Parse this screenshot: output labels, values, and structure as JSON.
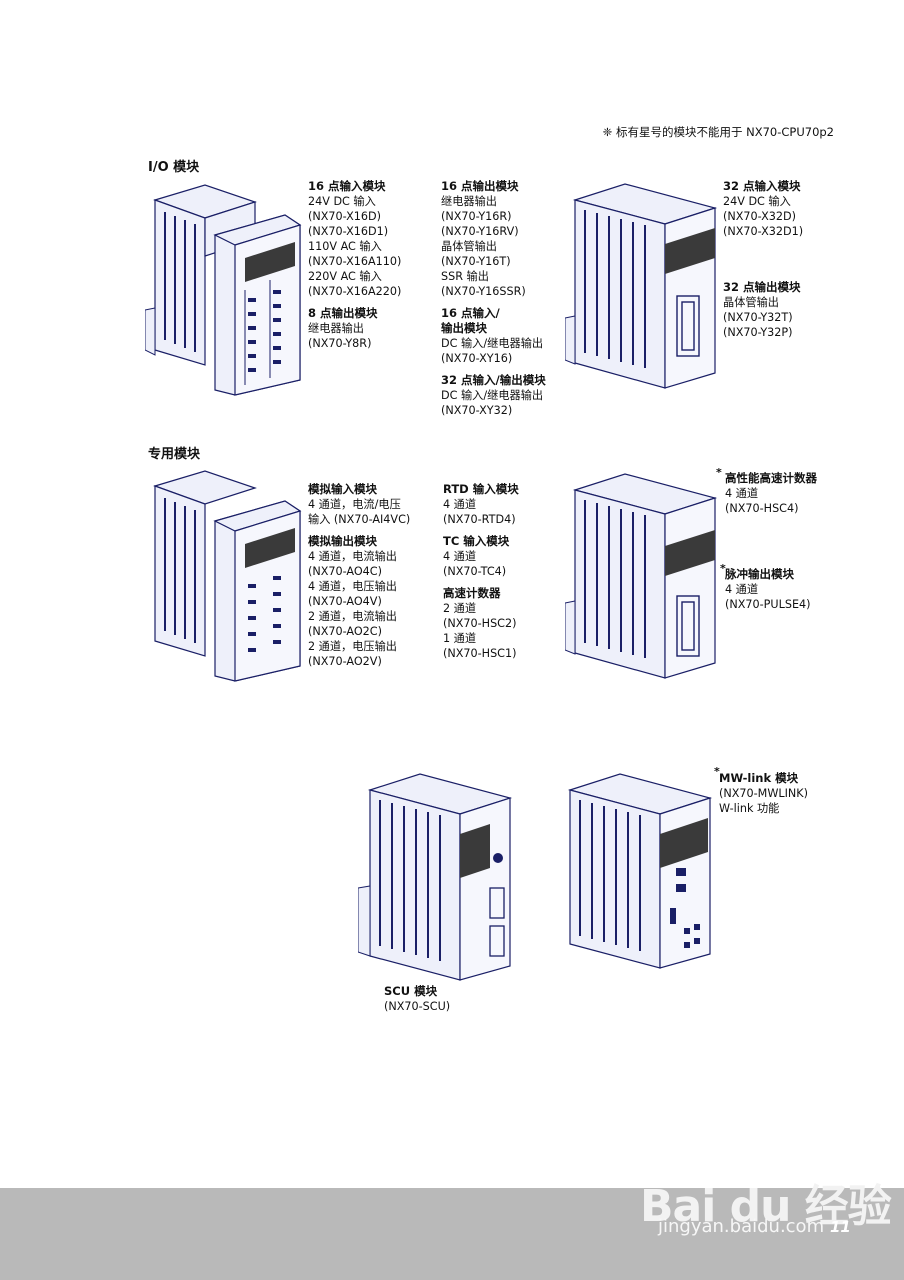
{
  "note": "❈ 标有星号的模块不能用于 NX70-CPU70p2",
  "sections": {
    "io": "I/O 模块",
    "special": "专用模块"
  },
  "io": {
    "col1": {
      "title1": "16 点输入模块",
      "lines1": [
        "24V DC 输入",
        "(NX70-X16D)",
        "(NX70-X16D1)",
        "110V AC 输入",
        "(NX70-X16A110)",
        "220V AC 输入",
        "(NX70-X16A220)"
      ],
      "title2": "8 点输出模块",
      "lines2": [
        "继电器输出",
        "(NX70-Y8R)"
      ]
    },
    "col2": {
      "title1": "16 点输出模块",
      "lines1": [
        "继电器输出",
        "(NX70-Y16R)",
        "(NX70-Y16RV)",
        "晶体管输出",
        "(NX70-Y16T)",
        "SSR 输出",
        "(NX70-Y16SSR)"
      ],
      "title2a": "16 点输入/",
      "title2b": "输出模块",
      "lines2": [
        "DC 输入/继电器输出",
        "(NX70-XY16)"
      ],
      "title3": "32 点输入/输出模块",
      "lines3": [
        "DC 输入/继电器输出",
        "(NX70-XY32)"
      ]
    },
    "col3": {
      "title1": "32 点输入模块",
      "lines1": [
        "24V DC 输入",
        "(NX70-X32D)",
        "(NX70-X32D1)"
      ],
      "title2": "32 点输出模块",
      "lines2": [
        "晶体管输出",
        "(NX70-Y32T)",
        "(NX70-Y32P)"
      ]
    }
  },
  "special": {
    "col1": {
      "title1": "模拟输入模块",
      "lines1": [
        "4 通道，电流/电压",
        "输入 (NX70-AI4VC)"
      ],
      "title2": "模拟输出模块",
      "lines2": [
        "4 通道，电流输出",
        "(NX70-AO4C)",
        "4 通道，电压输出",
        "(NX70-AO4V)",
        "2 通道，电流输出",
        "(NX70-AO2C)",
        "2 通道，电压输出",
        "(NX70-AO2V)"
      ]
    },
    "col2": {
      "title1": "RTD 输入模块",
      "lines1": [
        "4 通道",
        "(NX70-RTD4)"
      ],
      "title2": "TC 输入模块",
      "lines2": [
        "4 通道",
        "(NX70-TC4)"
      ],
      "title3": "高速计数器",
      "lines3": [
        "2 通道",
        "(NX70-HSC2)",
        "1 通道",
        "(NX70-HSC1)"
      ]
    },
    "col3": {
      "title1": "高性能高速计数器",
      "lines1": [
        "4 通道",
        "(NX70-HSC4)"
      ],
      "title2": "脉冲输出模块",
      "lines2": [
        "4 通道",
        "(NX70-PULSE4)"
      ]
    }
  },
  "scu": {
    "title": "SCU 模块",
    "line": "(NX70-SCU)"
  },
  "mwlink": {
    "title": "MW-link 模块",
    "lines": [
      "(NX70-MWLINK)",
      "W-link 功能"
    ]
  },
  "star": "*",
  "watermark": {
    "brand": "Bai du 经验",
    "url": "jingyan.baidu.com"
  },
  "page_number": "11",
  "colors": {
    "module_fill": "#eef0fa",
    "module_stroke": "#1a1f66",
    "label_dark": "#3a3a3a",
    "footer": "#b9b9b9"
  }
}
